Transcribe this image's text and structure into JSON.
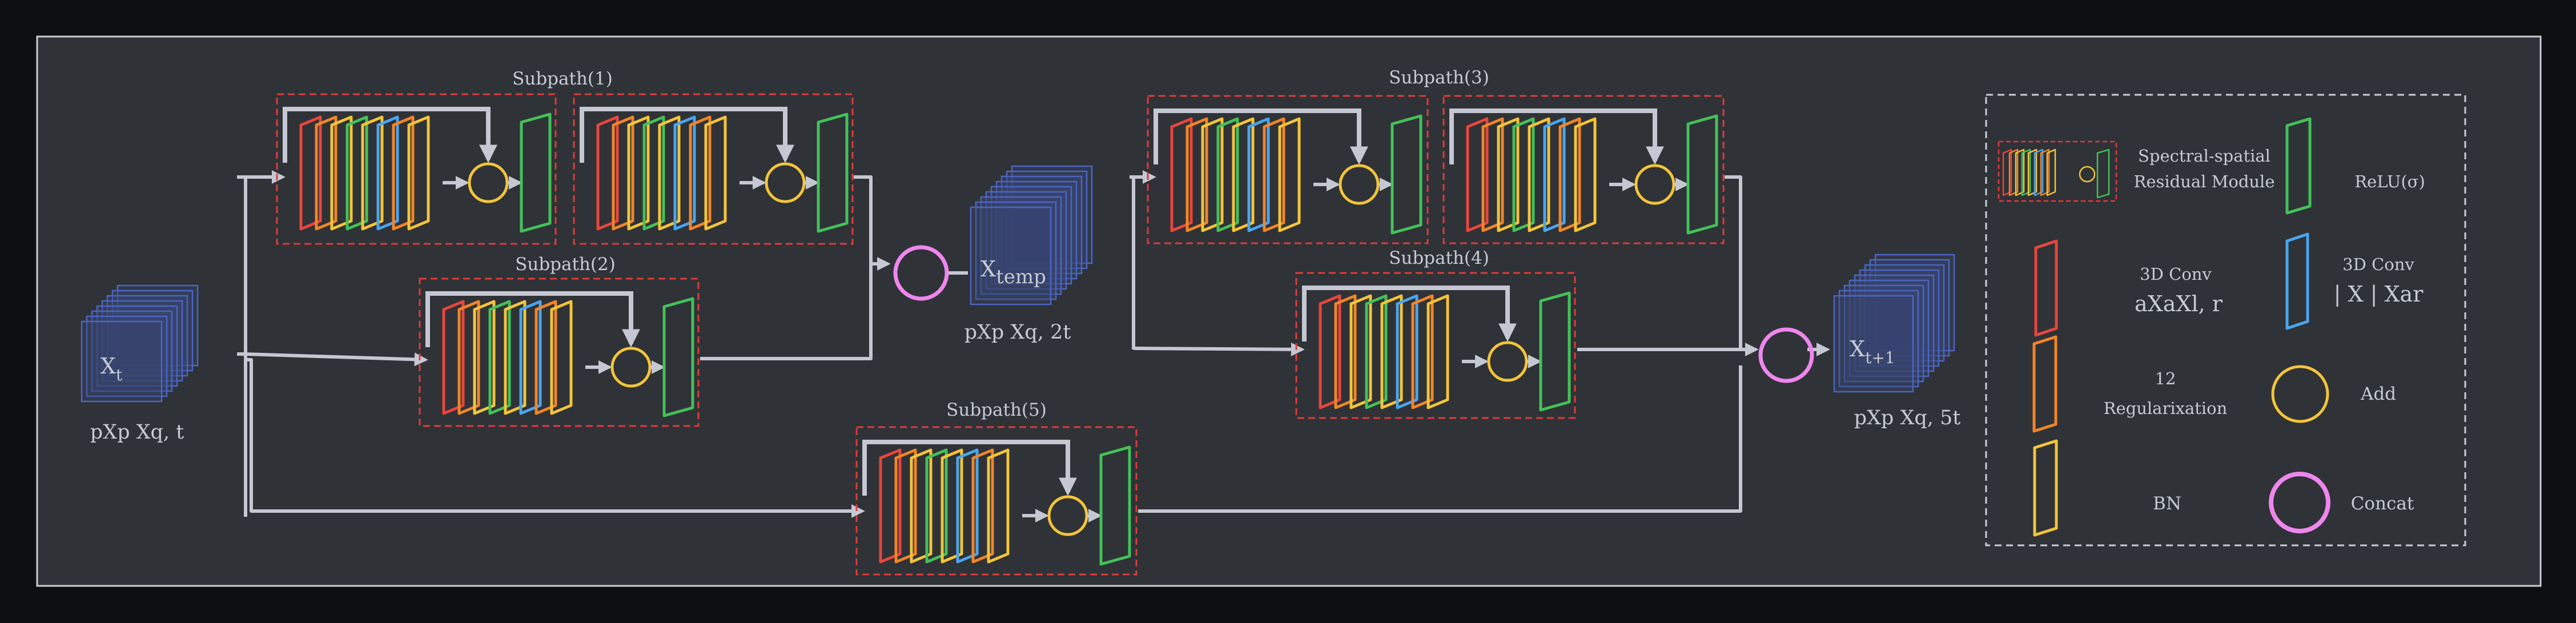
{
  "subpaths": {
    "s1": "Subpath(1)",
    "s2": "Subpath(2)",
    "s3": "Subpath(3)",
    "s4": "Subpath(4)",
    "s5": "Subpath(5)"
  },
  "tensors": {
    "input": {
      "label": "X",
      "sub": "t",
      "shape": "pXp Xq, t"
    },
    "temp": {
      "label": "X",
      "sub": "temp",
      "shape": "pXp Xq, 2t"
    },
    "output": {
      "label": "X",
      "sub": "t+1",
      "shape": "pXp Xq, 5t"
    }
  },
  "legend": {
    "ssrm_line1": "Spectral-spatial",
    "ssrm_line2": "Residual Module",
    "relu": "ReLU(σ)",
    "conv_red_line1": "3D Conv",
    "conv_red_line2": "aXaXl, r",
    "conv_blue_line1": "3D Conv",
    "conv_blue_line2": "| X | Xar",
    "reg_line1": "12",
    "reg_line2": "Regularixation",
    "add": "Add",
    "bn": "BN",
    "concat": "Concat"
  },
  "colors": {
    "background": "#2f3236",
    "frame": "#c9cdd8",
    "arrow": "#c5c8d2",
    "dashed_box": "#e03a3a",
    "conv_red": "#e8463e",
    "conv_blue": "#4aa5ee",
    "regularization": "#f0852a",
    "bn": "#f3c43a",
    "relu": "#43c15a",
    "add": "#f3c43a",
    "concat": "#ee86ee",
    "tensor": "#4a66c4",
    "text": "#c7cbd4"
  }
}
